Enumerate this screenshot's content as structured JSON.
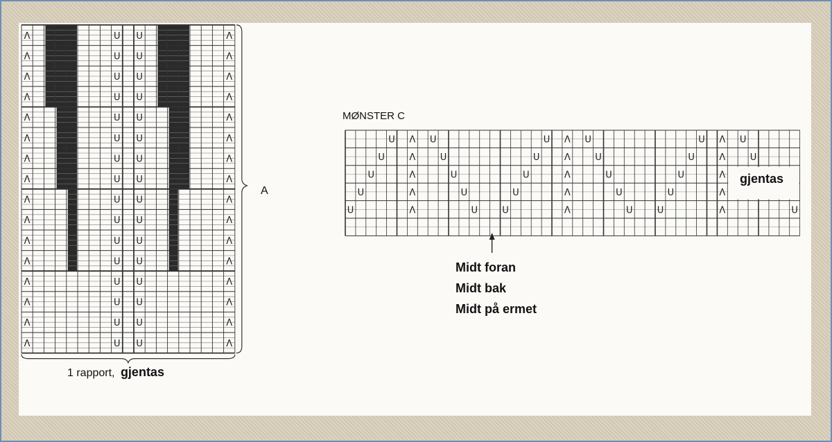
{
  "chart_a": {
    "cols": 19,
    "rows": 16,
    "dark_bars": [
      {
        "row_start": 0,
        "row_end": 3,
        "col_start": 2,
        "col_end": 4
      },
      {
        "row_start": 4,
        "row_end": 7,
        "col_start": 3,
        "col_end": 4
      },
      {
        "row_start": 8,
        "row_end": 11,
        "col_start": 4,
        "col_end": 4
      },
      {
        "row_start": 0,
        "row_end": 3,
        "col_start": 12,
        "col_end": 14
      },
      {
        "row_start": 4,
        "row_end": 7,
        "col_start": 13,
        "col_end": 14
      },
      {
        "row_start": 8,
        "row_end": 11,
        "col_start": 13,
        "col_end": 13
      }
    ],
    "symbols": [
      {
        "sym": "Λ",
        "col": 0,
        "rows": "all"
      },
      {
        "sym": "Λ",
        "col": 18,
        "rows": "all"
      },
      {
        "sym": "U",
        "col": 8,
        "rows": "all"
      },
      {
        "sym": "U",
        "col": 10,
        "rows": "all"
      }
    ],
    "label_a": "A",
    "label_repeat": "1 rapport,",
    "label_repeat_bold": "gjentas"
  },
  "chart_c": {
    "title": "MØNSTER C",
    "cols": 44,
    "rows": 6,
    "symbols": [
      {
        "sym": "U",
        "col": 4,
        "row": 0
      },
      {
        "sym": "Λ",
        "col": 6,
        "row": 0
      },
      {
        "sym": "U",
        "col": 8,
        "row": 0
      },
      {
        "sym": "U",
        "col": 3,
        "row": 1
      },
      {
        "sym": "Λ",
        "col": 6,
        "row": 1
      },
      {
        "sym": "U",
        "col": 9,
        "row": 1
      },
      {
        "sym": "U",
        "col": 2,
        "row": 2
      },
      {
        "sym": "Λ",
        "col": 6,
        "row": 2
      },
      {
        "sym": "U",
        "col": 10,
        "row": 2
      },
      {
        "sym": "U",
        "col": 1,
        "row": 3
      },
      {
        "sym": "Λ",
        "col": 6,
        "row": 3
      },
      {
        "sym": "U",
        "col": 11,
        "row": 3
      },
      {
        "sym": "U",
        "col": 0,
        "row": 4
      },
      {
        "sym": "Λ",
        "col": 6,
        "row": 4
      },
      {
        "sym": "U",
        "col": 12,
        "row": 4
      },
      {
        "sym": "U",
        "col": 19,
        "row": 0
      },
      {
        "sym": "Λ",
        "col": 21,
        "row": 0
      },
      {
        "sym": "U",
        "col": 23,
        "row": 0
      },
      {
        "sym": "U",
        "col": 18,
        "row": 1
      },
      {
        "sym": "Λ",
        "col": 21,
        "row": 1
      },
      {
        "sym": "U",
        "col": 24,
        "row": 1
      },
      {
        "sym": "U",
        "col": 17,
        "row": 2
      },
      {
        "sym": "Λ",
        "col": 21,
        "row": 2
      },
      {
        "sym": "U",
        "col": 25,
        "row": 2
      },
      {
        "sym": "U",
        "col": 16,
        "row": 3
      },
      {
        "sym": "Λ",
        "col": 21,
        "row": 3
      },
      {
        "sym": "U",
        "col": 26,
        "row": 3
      },
      {
        "sym": "U",
        "col": 15,
        "row": 4
      },
      {
        "sym": "Λ",
        "col": 21,
        "row": 4
      },
      {
        "sym": "U",
        "col": 27,
        "row": 4
      },
      {
        "sym": "U",
        "col": 34,
        "row": 0
      },
      {
        "sym": "Λ",
        "col": 36,
        "row": 0
      },
      {
        "sym": "U",
        "col": 38,
        "row": 0
      },
      {
        "sym": "U",
        "col": 33,
        "row": 1
      },
      {
        "sym": "Λ",
        "col": 36,
        "row": 1
      },
      {
        "sym": "U",
        "col": 39,
        "row": 1
      },
      {
        "sym": "U",
        "col": 32,
        "row": 2
      },
      {
        "sym": "Λ",
        "col": 36,
        "row": 2
      },
      {
        "sym": "U",
        "col": 31,
        "row": 3
      },
      {
        "sym": "Λ",
        "col": 36,
        "row": 3
      },
      {
        "sym": "U",
        "col": 30,
        "row": 4
      },
      {
        "sym": "Λ",
        "col": 36,
        "row": 4
      },
      {
        "sym": "U",
        "col": 43,
        "row": 4
      }
    ],
    "label_repeat": "gjentas",
    "center_labels": [
      "Midt foran",
      "Midt bak",
      "Midt på ermet"
    ]
  }
}
